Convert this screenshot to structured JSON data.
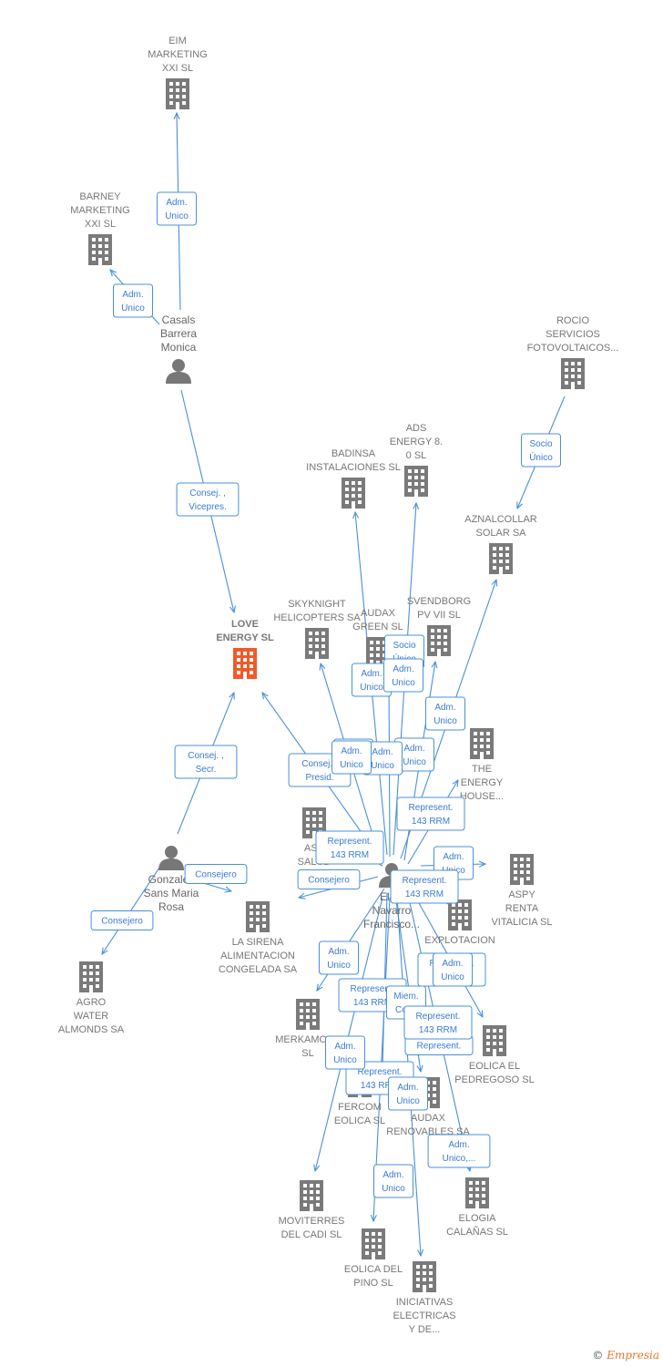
{
  "colors": {
    "edge": "#4a90d9",
    "company": "#7a7a7a",
    "main_company": "#f05a28",
    "person": "#777777"
  },
  "nodes": [
    {
      "id": "eim",
      "type": "company",
      "label": [
        "EIM",
        "MARKETING",
        "XXI SL"
      ]
    },
    {
      "id": "barney",
      "type": "company",
      "label": [
        "BARNEY",
        "MARKETING",
        "XXI SL"
      ]
    },
    {
      "id": "casals",
      "type": "person",
      "label": [
        "Casals",
        "Barrera",
        "Monica"
      ]
    },
    {
      "id": "rocio",
      "type": "company",
      "label": [
        "ROCIO",
        "SERVICIOS",
        "FOTOVOLTAICOS..."
      ]
    },
    {
      "id": "ads",
      "type": "company",
      "label": [
        "ADS",
        "ENERGY 8.",
        "0  SL"
      ]
    },
    {
      "id": "badinsa",
      "type": "company",
      "label": [
        "BADINSA",
        "INSTALACIONES SL"
      ]
    },
    {
      "id": "aznalcollar",
      "type": "company",
      "label": [
        "AZNALCOLLAR",
        "SOLAR SA"
      ]
    },
    {
      "id": "love",
      "type": "main",
      "label": [
        "LOVE",
        "ENERGY  SL"
      ]
    },
    {
      "id": "skyknight",
      "type": "company",
      "label": [
        "SKYKNIGHT",
        "HELICOPTERS SA"
      ]
    },
    {
      "id": "audax_green",
      "type": "company",
      "label": [
        "AUDAX",
        "GREEN  SL"
      ]
    },
    {
      "id": "svendborg",
      "type": "company",
      "label": [
        "SVENDBORG",
        "PV VII SL"
      ]
    },
    {
      "id": "the_energy",
      "type": "company",
      "label": [
        "THE",
        "ENERGY",
        "HOUSE..."
      ]
    },
    {
      "id": "aspy_salud",
      "type": "company",
      "label": [
        "ASP",
        "SALUD",
        "GL"
      ]
    },
    {
      "id": "gonzalez",
      "type": "person",
      "label": [
        "Gonzalez",
        "Sans Maria",
        "Rosa"
      ]
    },
    {
      "id": "elias",
      "type": "person",
      "label": [
        "Elias",
        "Navarro",
        "Francisco..."
      ]
    },
    {
      "id": "aspy_renta",
      "type": "company",
      "label": [
        "ASPY",
        "RENTA",
        "VITALICIA  SL"
      ]
    },
    {
      "id": "la_sirena",
      "type": "company",
      "label": [
        "LA SIRENA",
        "ALIMENTACION",
        "CONGELADA SA"
      ]
    },
    {
      "id": "explotacion",
      "type": "company",
      "label": [
        "EXPLOTACION",
        "",
        ""
      ]
    },
    {
      "id": "agro",
      "type": "company",
      "label": [
        "AGRO",
        "WATER",
        "ALMONDS SA"
      ]
    },
    {
      "id": "merkamont",
      "type": "company",
      "label": [
        "MERKAMONT",
        "SL"
      ]
    },
    {
      "id": "eolica_pedregoso",
      "type": "company",
      "label": [
        "EOLICA EL",
        "PEDREGOSO SL"
      ]
    },
    {
      "id": "fercom",
      "type": "company",
      "label": [
        "FERCOM",
        "EOLICA SL"
      ]
    },
    {
      "id": "audax_renov",
      "type": "company",
      "label": [
        "AUDAX",
        "RENOVABLES SA"
      ]
    },
    {
      "id": "moviterres",
      "type": "company",
      "label": [
        "MOVITERRES",
        "DEL CADI  SL"
      ]
    },
    {
      "id": "elogia",
      "type": "company",
      "label": [
        "ELOGIA",
        "CALAÑAS  SL"
      ]
    },
    {
      "id": "eolica_pino",
      "type": "company",
      "label": [
        "EOLICA DEL",
        "PINO SL"
      ]
    },
    {
      "id": "iniciativas",
      "type": "company",
      "label": [
        "INICIATIVAS",
        "ELECTRICAS",
        "Y DE..."
      ]
    }
  ],
  "edges": [
    {
      "from": "casals",
      "to": "eim",
      "label": [
        "Adm.",
        "Unico"
      ]
    },
    {
      "from": "casals",
      "to": "barney",
      "label": [
        "Adm.",
        "Unico"
      ]
    },
    {
      "from": "casals",
      "to": "love",
      "label": [
        "Consej. ,",
        "Vicepres."
      ]
    },
    {
      "from": "rocio",
      "to": "aznalcollar",
      "label": [
        "Socio",
        "Único"
      ]
    },
    {
      "from": "gonzalez",
      "to": "love",
      "label": [
        "Consej. ,",
        "Secr."
      ]
    },
    {
      "from": "gonzalez",
      "to": "agro",
      "label": [
        "Consejero"
      ]
    },
    {
      "from": "gonzalez",
      "to": "la_sirena",
      "label": [
        "Consejero"
      ]
    },
    {
      "from": "elias",
      "to": "love",
      "label": [
        "Consej. ,",
        "Presid."
      ]
    },
    {
      "from": "elias",
      "to": "badinsa",
      "label": []
    },
    {
      "from": "elias",
      "to": "ads",
      "label": []
    },
    {
      "from": "elias",
      "to": "aznalcollar",
      "label": [
        "Adm.",
        "Unico"
      ]
    },
    {
      "from": "elias",
      "to": "skyknight",
      "label": [
        "Adm.",
        "Unico"
      ]
    },
    {
      "from": "elias",
      "to": "audax_green",
      "label": [
        "Adm.",
        "Unico"
      ]
    },
    {
      "from": "elias",
      "to": "svendborg",
      "label": [
        "Adm.",
        "Unico"
      ]
    },
    {
      "from": "elias",
      "to": "the_energy",
      "label": [
        "Represent.",
        "143 RRM"
      ]
    },
    {
      "from": "elias",
      "to": "aspy_salud",
      "label": [
        "Represent.",
        "143 RRM"
      ]
    },
    {
      "from": "elias",
      "to": "aspy_renta",
      "label": [
        "Adm.",
        "Unico"
      ]
    },
    {
      "from": "elias",
      "to": "la_sirena",
      "label": [
        "Consejero"
      ]
    },
    {
      "from": "elias",
      "to": "merkamont",
      "label": [
        "Adm.",
        "Unico"
      ]
    },
    {
      "from": "elias",
      "to": "explotacion",
      "label": [
        "Represent.",
        "143 RRM"
      ]
    },
    {
      "from": "elias",
      "to": "eolica_pedregoso",
      "label": [
        "Represent.",
        "143 RRM"
      ]
    },
    {
      "from": "elias",
      "to": "fercom",
      "label": [
        "Represent.",
        "143 RRM"
      ]
    },
    {
      "from": "elias",
      "to": "audax_renov",
      "label": [
        "Adm.",
        "Unico"
      ]
    },
    {
      "from": "elias",
      "to": "moviterres",
      "label": [
        "Adm.",
        "Unico"
      ]
    },
    {
      "from": "elias",
      "to": "elogia",
      "label": [
        "Adm.",
        "Unico,..."
      ]
    },
    {
      "from": "elias",
      "to": "eolica_pino",
      "label": [
        "Adm.",
        "Unico"
      ]
    },
    {
      "from": "elias",
      "to": "iniciativas",
      "label": [
        "Represent."
      ]
    }
  ],
  "extra_labels": [
    {
      "label": [
        "Socio",
        "Único"
      ]
    },
    {
      "label": [
        "Adm.",
        "Unico"
      ]
    },
    {
      "label": [
        "Adm.",
        "Unico"
      ]
    },
    {
      "label": [
        "Adm.",
        "Unico"
      ]
    },
    {
      "label": [
        "Represent.",
        "143 RRM"
      ]
    },
    {
      "label": [
        "Miem.",
        "Com."
      ]
    },
    {
      "label": [
        "Represent.",
        "143 RRM"
      ]
    },
    {
      "label": [
        "Adm.",
        "Unico"
      ]
    }
  ],
  "footer": {
    "copyright": "©",
    "brand": "Empresia"
  }
}
